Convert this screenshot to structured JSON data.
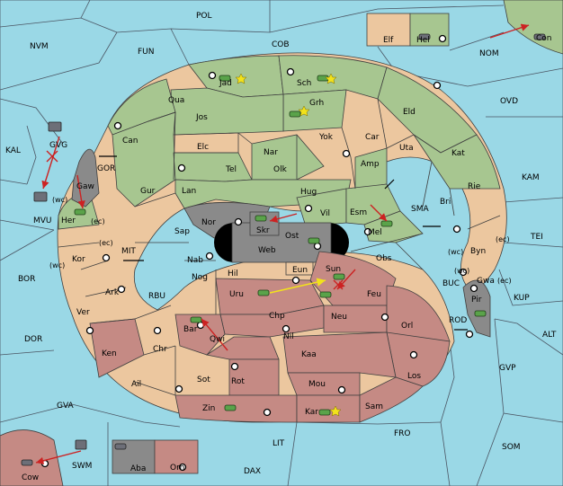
{
  "colors": {
    "sea": "#9ad8e6",
    "green": "#a7c690",
    "tan": "#ecc79f",
    "red": "#c58a84",
    "gray": "#8a8a8a",
    "arrow_red": "#cc2222",
    "arrow_yellow": "#f2e21b",
    "unit_green": "#5aa34a",
    "unit_gray": "#6d6f78"
  },
  "sea_labels": {
    "pol": "POL",
    "nvm": "NVM",
    "fun": "FUN",
    "cob": "COB",
    "nom": "NOM",
    "ovd": "OVD",
    "kal": "KAL",
    "gor": "GOR",
    "sma": "SMA",
    "kam": "KAM",
    "tei": "TEI",
    "mit": "MIT",
    "bor": "BOR",
    "buc": "BUC",
    "kup": "KUP",
    "dor": "DOR",
    "rod": "ROD",
    "alt": "ALT",
    "rbu": "RBU",
    "gvp": "GVP",
    "gva": "GVA",
    "fro": "FRO",
    "som": "SOM",
    "lit": "LIT",
    "swm": "SWM",
    "dax": "DAX",
    "mvu": "MVU",
    "gvg": "GVG"
  },
  "land_labels": {
    "jad": "Jad",
    "sch": "Sch",
    "qua": "Qua",
    "grh": "Grh",
    "jos": "Jos",
    "can": "Can",
    "eld": "Eld",
    "elc": "Elc",
    "yok": "Yok",
    "car": "Car",
    "nar": "Nar",
    "uta": "Uta",
    "tel": "Tel",
    "olk": "Olk",
    "amp": "Amp",
    "kat": "Kat",
    "gur": "Gur",
    "lan": "Lan",
    "hug": "Hug",
    "rie": "Rie",
    "bri": "Bri",
    "gaw": "Gaw",
    "nor": "Nor",
    "skr": "Skr",
    "vil": "Vil",
    "esm": "Esm",
    "her": "Her",
    "sap": "Sap",
    "ost": "Ost",
    "mel": "Mel",
    "web": "Web",
    "byn": "Byn",
    "kor": "Kor",
    "nab": "Nab",
    "eun": "Eun",
    "obs": "Obs",
    "gwa": "Gwa",
    "hil": "Hil",
    "sun": "Sun",
    "nog": "Nog",
    "ark": "Ark",
    "uru": "Uru",
    "feu": "Feu",
    "pir": "Pir",
    "ver": "Ver",
    "chp": "Chp",
    "neu": "Neu",
    "bar": "Bar",
    "qwi": "Qwi",
    "orl": "Orl",
    "nil": "Nil",
    "ken": "Ken",
    "chr": "Chr",
    "kaa": "Kaa",
    "los": "Los",
    "sot": "Sot",
    "rot": "Rot",
    "mou": "Mou",
    "ail": "Ail",
    "zin": "Zin",
    "kar": "Kar",
    "sam": "Sam",
    "elf": "Elf",
    "hel": "Hel",
    "con": "Con",
    "aba": "Aba",
    "orn": "Orn",
    "cow": "Cow"
  },
  "coast_labels": {
    "gaw_wc": "(wc)",
    "her_ec": "(ec)",
    "kor_ec": "(ec)",
    "kor_wc": "(wc)",
    "byn_ec": "(ec)",
    "byn_wc": "(wc)",
    "gwa_ec": "(ec)",
    "gwa_wc": "(wc)"
  }
}
